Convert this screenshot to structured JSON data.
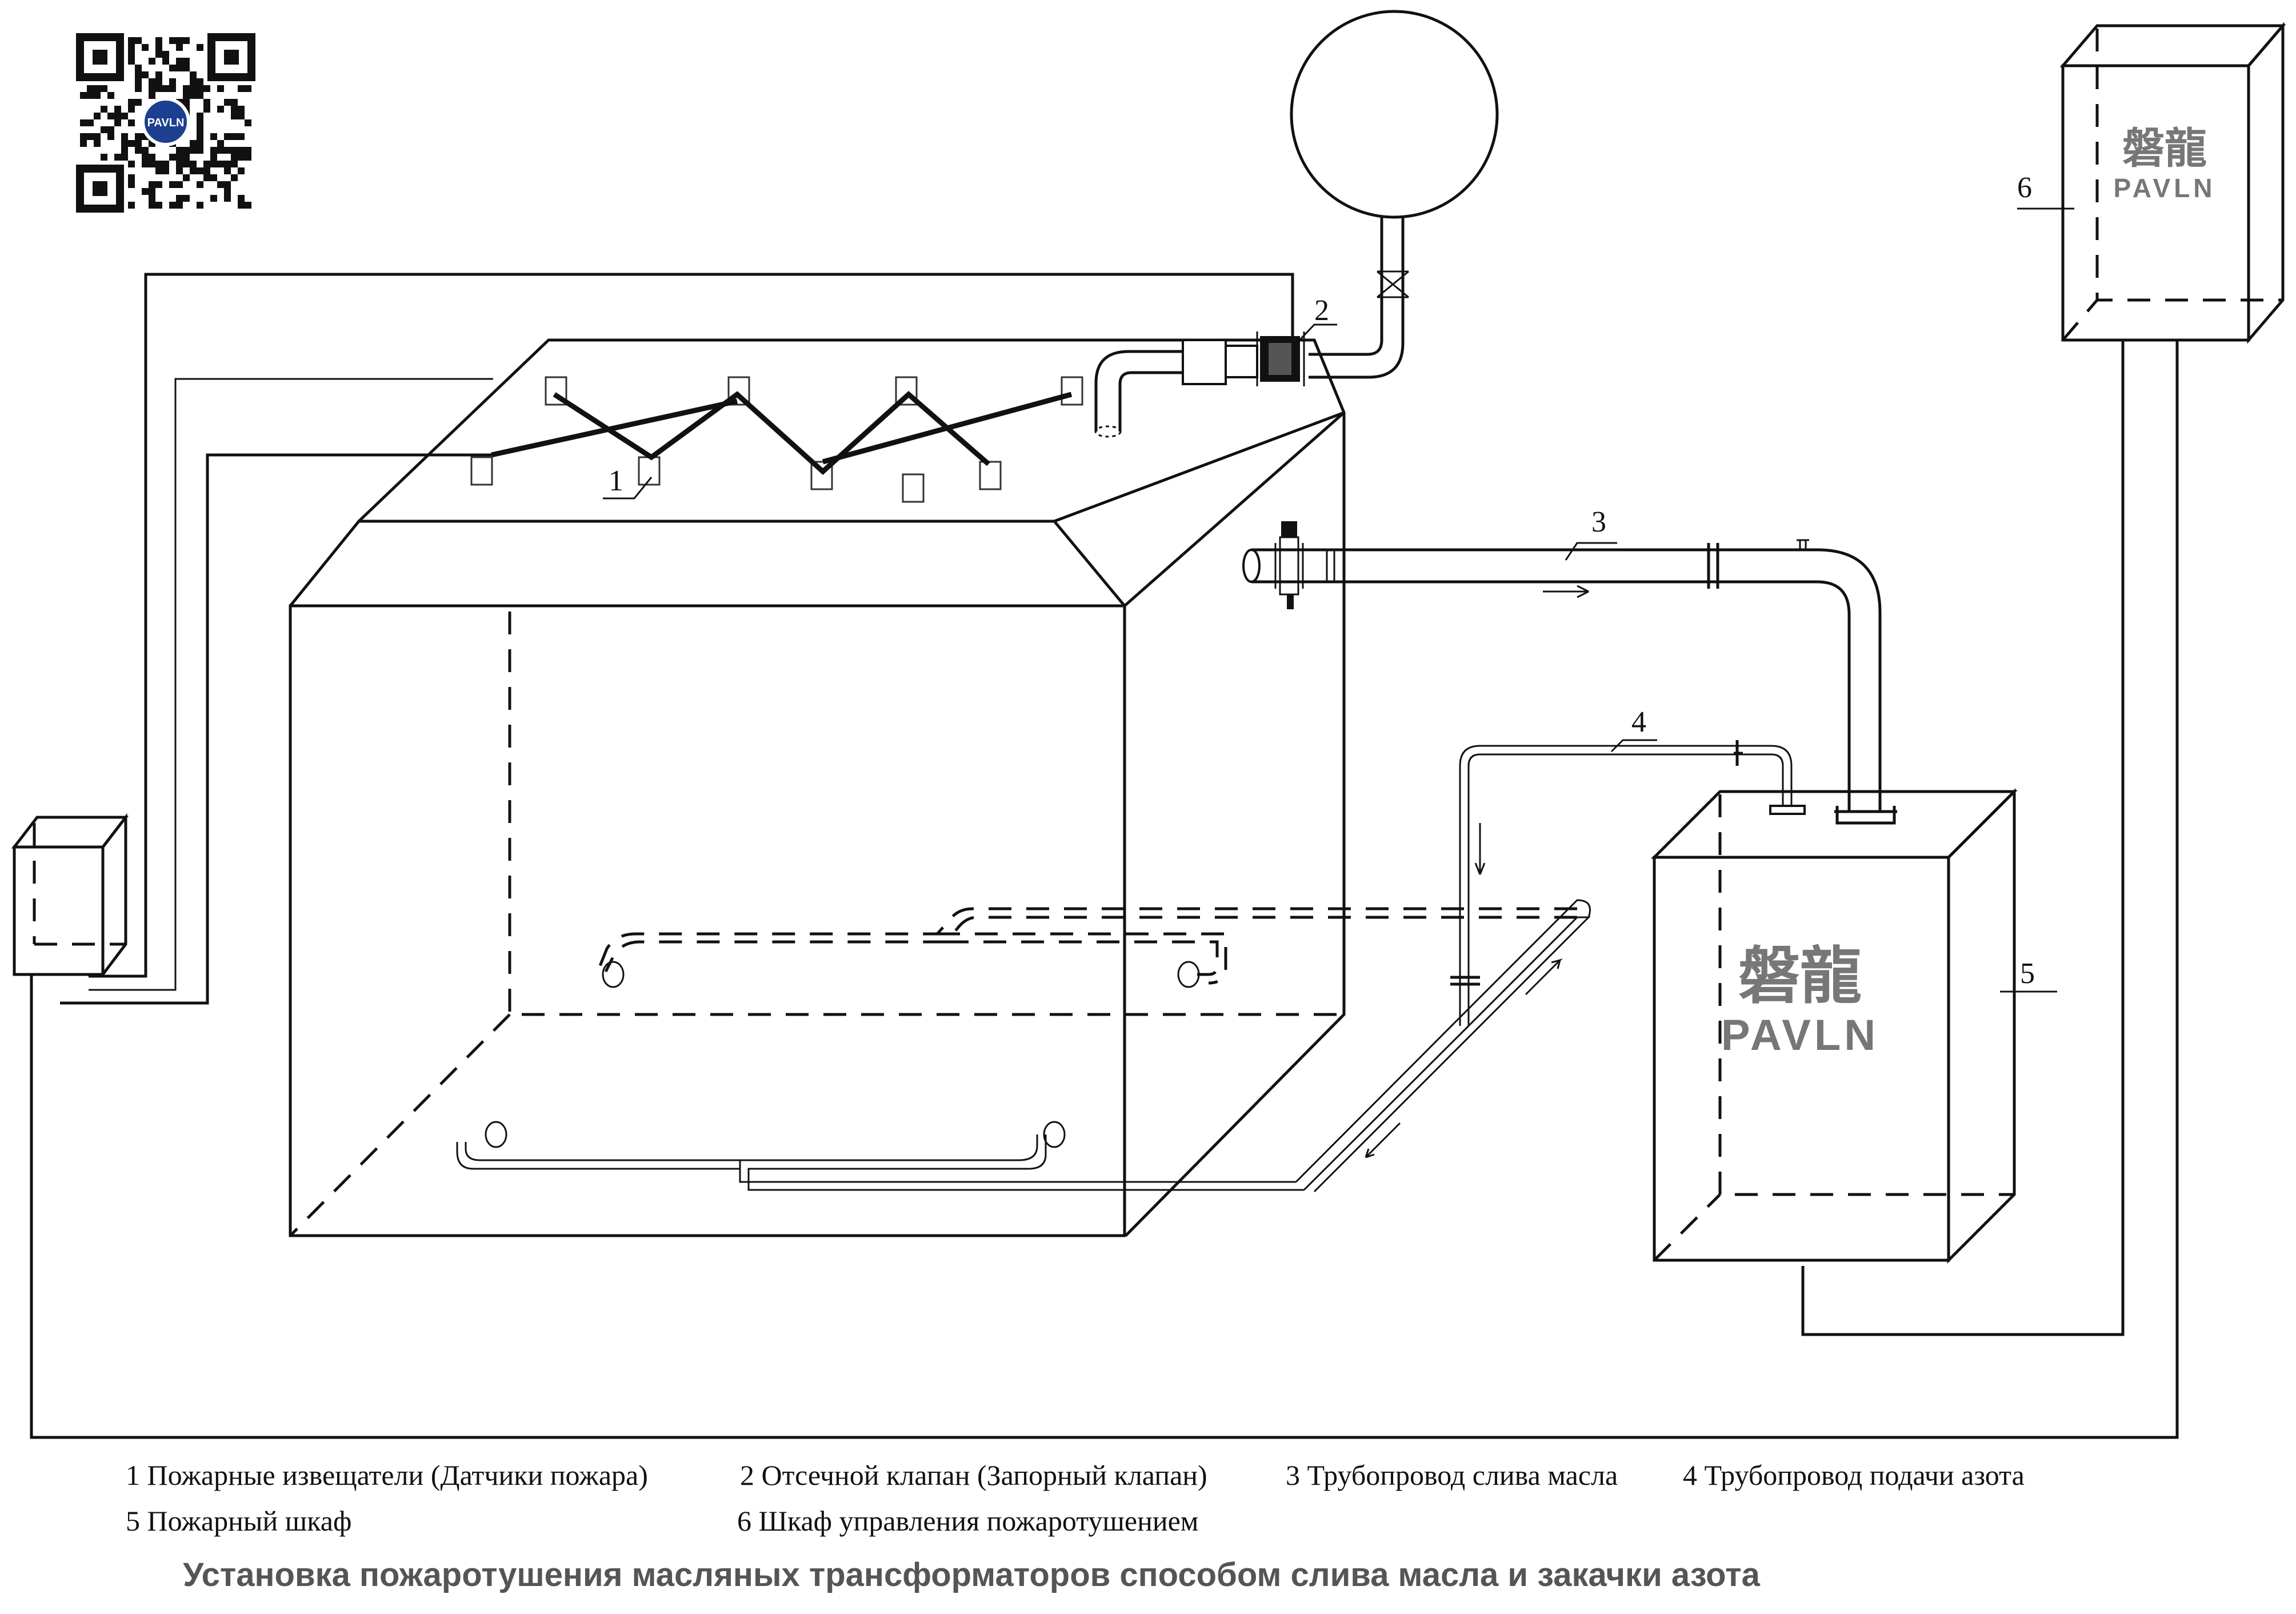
{
  "qr_logo_text": "PAVLN",
  "callouts": {
    "detectors": "1",
    "shutoff_valve": "2",
    "oil_drain_pipe": "3",
    "nitrogen_pipe": "4",
    "fire_cabinet": "5",
    "control_cabinet": "6"
  },
  "brand": {
    "cn": "磐龍",
    "en": "PAVLN"
  },
  "legend": {
    "item1": "1 Пожарные извещатели (Датчики пожара)",
    "item2": "2 Отсечной клапан (Запорный клапан)",
    "item3": "3 Трубопровод слива масла",
    "item4": "4 Трубопровод подачи азота",
    "item5": "5 Пожарный шкаф",
    "item6": "6 Шкаф управления пожаротушением"
  },
  "caption": "Установка пожаротушения масляных трансформаторов способом слива масла и закачки азота"
}
